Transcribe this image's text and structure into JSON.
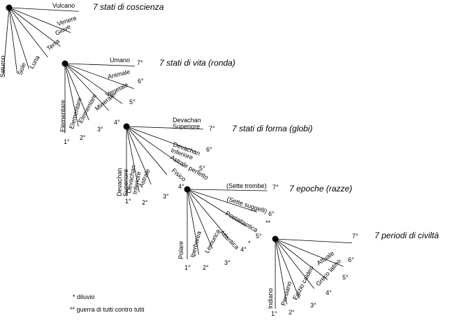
{
  "diagram": {
    "hubs": [
      {
        "title": "7 stati di coscienza",
        "labels": [
          "Saturno",
          "Sole",
          "Luna",
          "Terra",
          "Giove",
          "Venere",
          "Vulcano"
        ],
        "numbers": []
      },
      {
        "title": "7 stati di vita (ronda)",
        "labels": [
          "Elementare",
          "Elementare",
          "Elementare",
          "Minerale",
          "Vegetale",
          "Animale",
          "Umano"
        ],
        "numbers": [
          "1°",
          "2°",
          "3°",
          "4°",
          "5°",
          "6°",
          "7°"
        ]
      },
      {
        "title": "7 stati di forma (globi)",
        "labels": [
          "Devachan Superiore",
          "Devachan Inferiore",
          "Astrale",
          "Fisico",
          "Astrale perfetto",
          "Devachan Inferiore",
          "Devachan Superiore"
        ],
        "numbers": [
          "1°",
          "2°",
          "3°",
          "4°",
          "5°",
          "6°",
          "7°"
        ]
      },
      {
        "title": "7 epoche (razze)",
        "labels": [
          "Polare",
          "Iperborea",
          "Lemurica",
          "Atlantica",
          "Postatlantica",
          "(Sette suggelli)",
          "(Sette trombe)"
        ],
        "numbers": [
          "1°",
          "2°",
          "3°",
          "4°",
          "5°",
          "6°",
          "7°"
        ],
        "marks": [
          "*",
          "**"
        ]
      },
      {
        "title": "7 periodi di civiltà",
        "labels": [
          "Indiano",
          "Persiano",
          "Egizio caldeo",
          "Greco latino",
          "Attuale",
          "",
          ""
        ],
        "numbers": [
          "1°",
          "2°",
          "3°",
          "4°",
          "5°",
          "6°",
          "7°"
        ]
      }
    ]
  },
  "notes": {
    "star": "* diluvio",
    "double_star": "** guerra di tutti contro tutti"
  }
}
